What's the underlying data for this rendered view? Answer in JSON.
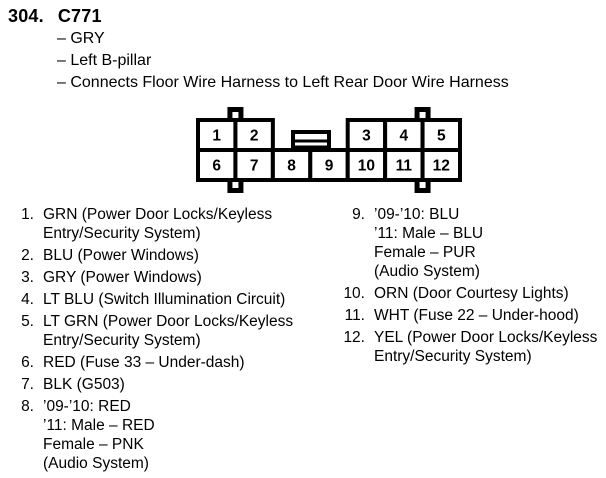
{
  "page": {
    "index": "304.",
    "title": "C771",
    "attributes": [
      "– GRY",
      "– Left B-pillar",
      "– Connects Floor Wire Harness to Left Rear Door Wire Harness"
    ]
  },
  "connector": {
    "description": "12-pin connector front view",
    "top_left_cells": [
      "1",
      "2"
    ],
    "top_right_cells": [
      "3",
      "4",
      "5"
    ],
    "bottom_cells": [
      "6",
      "7",
      "8",
      "9",
      "10",
      "11",
      "12"
    ]
  },
  "pins": {
    "left": [
      {
        "num": "1.",
        "lines": [
          "GRN (Power Door Locks/Keyless",
          "Entry/Security System)"
        ]
      },
      {
        "num": "2.",
        "lines": [
          "BLU (Power Windows)"
        ]
      },
      {
        "num": "3.",
        "lines": [
          "GRY (Power Windows)"
        ]
      },
      {
        "num": "4.",
        "lines": [
          "LT BLU (Switch Illumination Circuit)"
        ]
      },
      {
        "num": "5.",
        "lines": [
          "LT GRN (Power Door Locks/Keyless",
          "Entry/Security System)"
        ]
      },
      {
        "num": "6.",
        "lines": [
          "RED (Fuse 33 – Under-dash)"
        ]
      },
      {
        "num": "7.",
        "lines": [
          "BLK (G503)"
        ]
      },
      {
        "num": "8.",
        "lines": [
          "’09-’10: RED",
          "’11: Male – RED",
          "Female – PNK",
          "(Audio System)"
        ]
      }
    ],
    "right": [
      {
        "num": "9.",
        "lines": [
          "’09-’10: BLU",
          "’11: Male – BLU",
          "Female – PUR",
          "(Audio System)"
        ]
      },
      {
        "num": "10.",
        "lines": [
          "ORN (Door Courtesy Lights)"
        ]
      },
      {
        "num": "11.",
        "lines": [
          "WHT (Fuse 22 – Under-hood)"
        ]
      },
      {
        "num": "12.",
        "lines": [
          "YEL (Power Door Locks/Keyless",
          "Entry/Security System)"
        ]
      }
    ]
  },
  "colors": {
    "ink": "#000000",
    "paper": "#ffffff"
  }
}
